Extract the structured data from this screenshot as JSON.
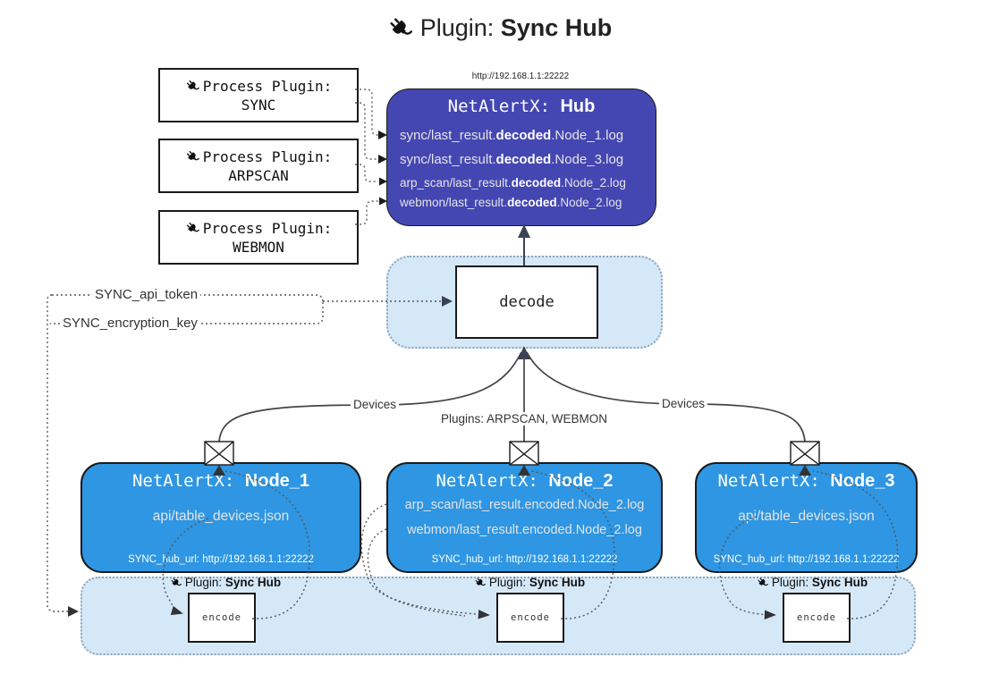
{
  "colors": {
    "hub_fill": "#4447b2",
    "node_fill": "#2e96e3",
    "panel_fill": "#d5e8f8",
    "border_ink": "#1a1a1a",
    "line_gray": "#666666",
    "text_light": "#e4e4e4"
  },
  "title": {
    "label": "Plugin:",
    "name": "Sync Hub",
    "icon": "plug-icon"
  },
  "hub": {
    "url": "http://192.168.1.1:22222",
    "title_prefix": "NetAlertX: ",
    "title_name": "Hub",
    "lines": [
      {
        "pre": "sync/last_result.",
        "bold": "decoded",
        "post": ".Node_1.log"
      },
      {
        "pre": "sync/last_result.",
        "bold": "decoded",
        "post": ".Node_3.log"
      },
      {
        "pre": "arp_scan/last_result.",
        "bold": "decoded",
        "post": ".Node_2.log"
      },
      {
        "pre": "webmon/last_result.",
        "bold": "decoded",
        "post": ".Node_2.log"
      }
    ]
  },
  "process_plugins": [
    {
      "label": "Process Plugin:",
      "name": "SYNC"
    },
    {
      "label": "Process Plugin:",
      "name": "ARPSCAN"
    },
    {
      "label": "Process Plugin:",
      "name": "WEBMON"
    }
  ],
  "decode": {
    "label": "decode"
  },
  "keys": {
    "api_token": "SYNC_api_token",
    "encryption_key": "SYNC_encryption_key"
  },
  "edges": {
    "devices_left": "Devices",
    "devices_right": "Devices",
    "plugins_middle": "Plugins: ARPSCAN, WEBMON"
  },
  "nodes": [
    {
      "title_prefix": "NetAlertX: ",
      "title_name": "Node_1",
      "lines": [
        "api/table_devices.json"
      ],
      "footer": "SYNC_hub_url: http://192.168.1.1:22222"
    },
    {
      "title_prefix": "NetAlertX: ",
      "title_name": "Node_2",
      "lines": [
        "arp_scan/last_result.encoded.Node_2.log",
        "webmon/last_result.encoded.Node_2.log"
      ],
      "footer": "SYNC_hub_url: http://192.168.1.1:22222"
    },
    {
      "title_prefix": "NetAlertX: ",
      "title_name": "Node_3",
      "lines": [
        "api/table_devices.json"
      ],
      "footer": "SYNC_hub_url: http://192.168.1.1:22222"
    }
  ],
  "encoder": {
    "label": "encode",
    "badge_label": "Plugin:",
    "badge_name": "Sync Hub"
  }
}
